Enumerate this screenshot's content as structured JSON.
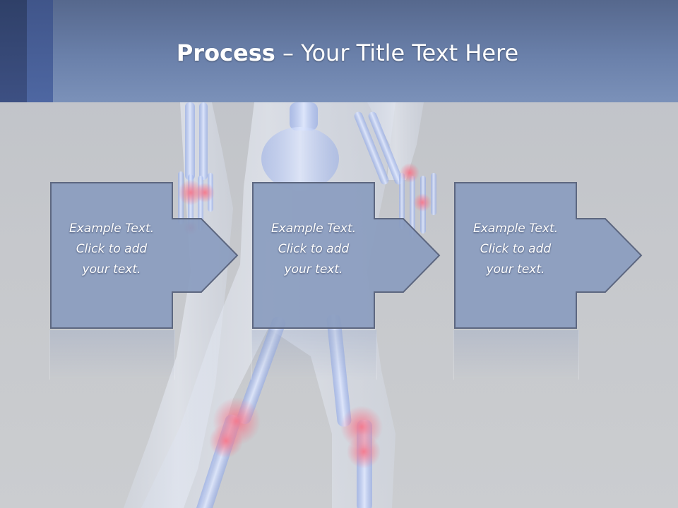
{
  "slide": {
    "title_bold": "Process",
    "title_rest": " – Your Title Text Here"
  },
  "steps": [
    {
      "text": "Example Text.\nClick  to add\nyour text."
    },
    {
      "text": "Example Text.\nClick  to add\nyour text."
    },
    {
      "text": "Example Text.\nClick  to add\nyour text."
    }
  ],
  "colors": {
    "header": "#6a80aa",
    "step_fill": "#8a9cbf",
    "step_border": "#5d6780",
    "background": "#c6c8cc",
    "joint_highlight": "#f08a9a"
  }
}
